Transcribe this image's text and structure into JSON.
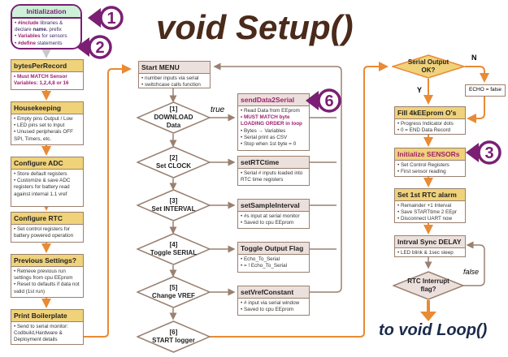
{
  "title": "void Setup()",
  "footer": "to void Loop()",
  "colors": {
    "orange": "#e98a34",
    "brown": "#9a8070",
    "purple": "#7a1f73",
    "magenta": "#a0206e",
    "tan": "#f0d27a",
    "title": "#4a2a1a",
    "footer": "#1a2a4a"
  },
  "badges": [
    "1",
    "2",
    "6",
    "3"
  ],
  "init": {
    "title": "Initialization",
    "items": [
      [
        "#include",
        " libraries & declare ",
        "name.",
        " prefix"
      ],
      [
        "Variables",
        " for sensors"
      ],
      [
        "#define",
        " statements"
      ]
    ]
  },
  "left": [
    {
      "title": "bytesPerRecord",
      "items": [
        "Must MATCH Sensor Variables: 1,2,4,8 or 16"
      ]
    },
    {
      "title": "Housekeeping",
      "items": [
        "Empty pins Output / Low",
        "LED pins set to Input",
        "Unused peripherals OFF SPI, Timers, etc."
      ]
    },
    {
      "title": "Configure ADC",
      "items": [
        "Store default registers",
        "Customize & save ADC registers for battery read against internal 1.1 vref"
      ]
    },
    {
      "title": "Configure RTC",
      "items": [
        "Set control registers for battery powered operation"
      ]
    },
    {
      "title": "Previous Settings?",
      "items": [
        "Retrieve previous run settings from cpu EEprom",
        "Reset to defaults if data not valid (1st run)"
      ]
    },
    {
      "title": "Print Boilerplate",
      "items": [
        "Send to serial monitor: Codbuild,Hardware & Deployment details"
      ]
    }
  ],
  "menu": {
    "title": "Start MENU",
    "items": [
      "number inputs via serial",
      "switchcase calls function"
    ]
  },
  "decisions": [
    "[1]\nDOWNLOAD\nData",
    "[2]\nSet CLOCK",
    "[3]\nSet INTERVAL",
    "[4]\nToggle SERIAL",
    "[5]\nChange VREF",
    "[6]\nSTART logger"
  ],
  "true_label": "true",
  "functions": [
    {
      "title": "sendData2Serial",
      "items": [
        "Read Data from EEprom",
        "MUST MATCH byte LOADING ORDER in loop",
        "Bytes → Variables",
        "Serial print as CSV",
        "Stop when 1st byte = 0"
      ]
    },
    {
      "title": "setRTCtime",
      "items": [
        "Serial # inputs loaded into RTC time registers"
      ]
    },
    {
      "title": "setSampleInterval",
      "items": [
        "#s input at serial monitor",
        "Saved to cpu EEprom"
      ]
    },
    {
      "title": "Toggle Output Flag",
      "items": [
        "Echo_To_Serial",
        "= !  Echo_To_Serial"
      ]
    },
    {
      "title": "setVrefConstant",
      "items": [
        "# input via serial window",
        "Saved to cpu EEprom"
      ]
    }
  ],
  "serial_q": "Serial Output\nOK?",
  "no_label": "N",
  "yes_label": "Y",
  "echo": "ECHO = false",
  "right": [
    {
      "title": "Fill 4kEEprom O's",
      "items": [
        "Progress Indicator dots",
        "0 = END Data Record"
      ]
    },
    {
      "title": "Initialize SENSORs",
      "items": [
        "Set Control Registers",
        "First sensor reading"
      ]
    },
    {
      "title": "Set 1st RTC alarm",
      "items": [
        "Remainder +1 Interval",
        "Save STARTtime 2 EEpr",
        "Disconnect UART now"
      ]
    },
    {
      "title": "Intrval Sync DELAY",
      "items": [
        "LED blink & 1sec sleep"
      ]
    }
  ],
  "rtc_q": "RTC Interrupt\nflag?",
  "false_label": "false"
}
